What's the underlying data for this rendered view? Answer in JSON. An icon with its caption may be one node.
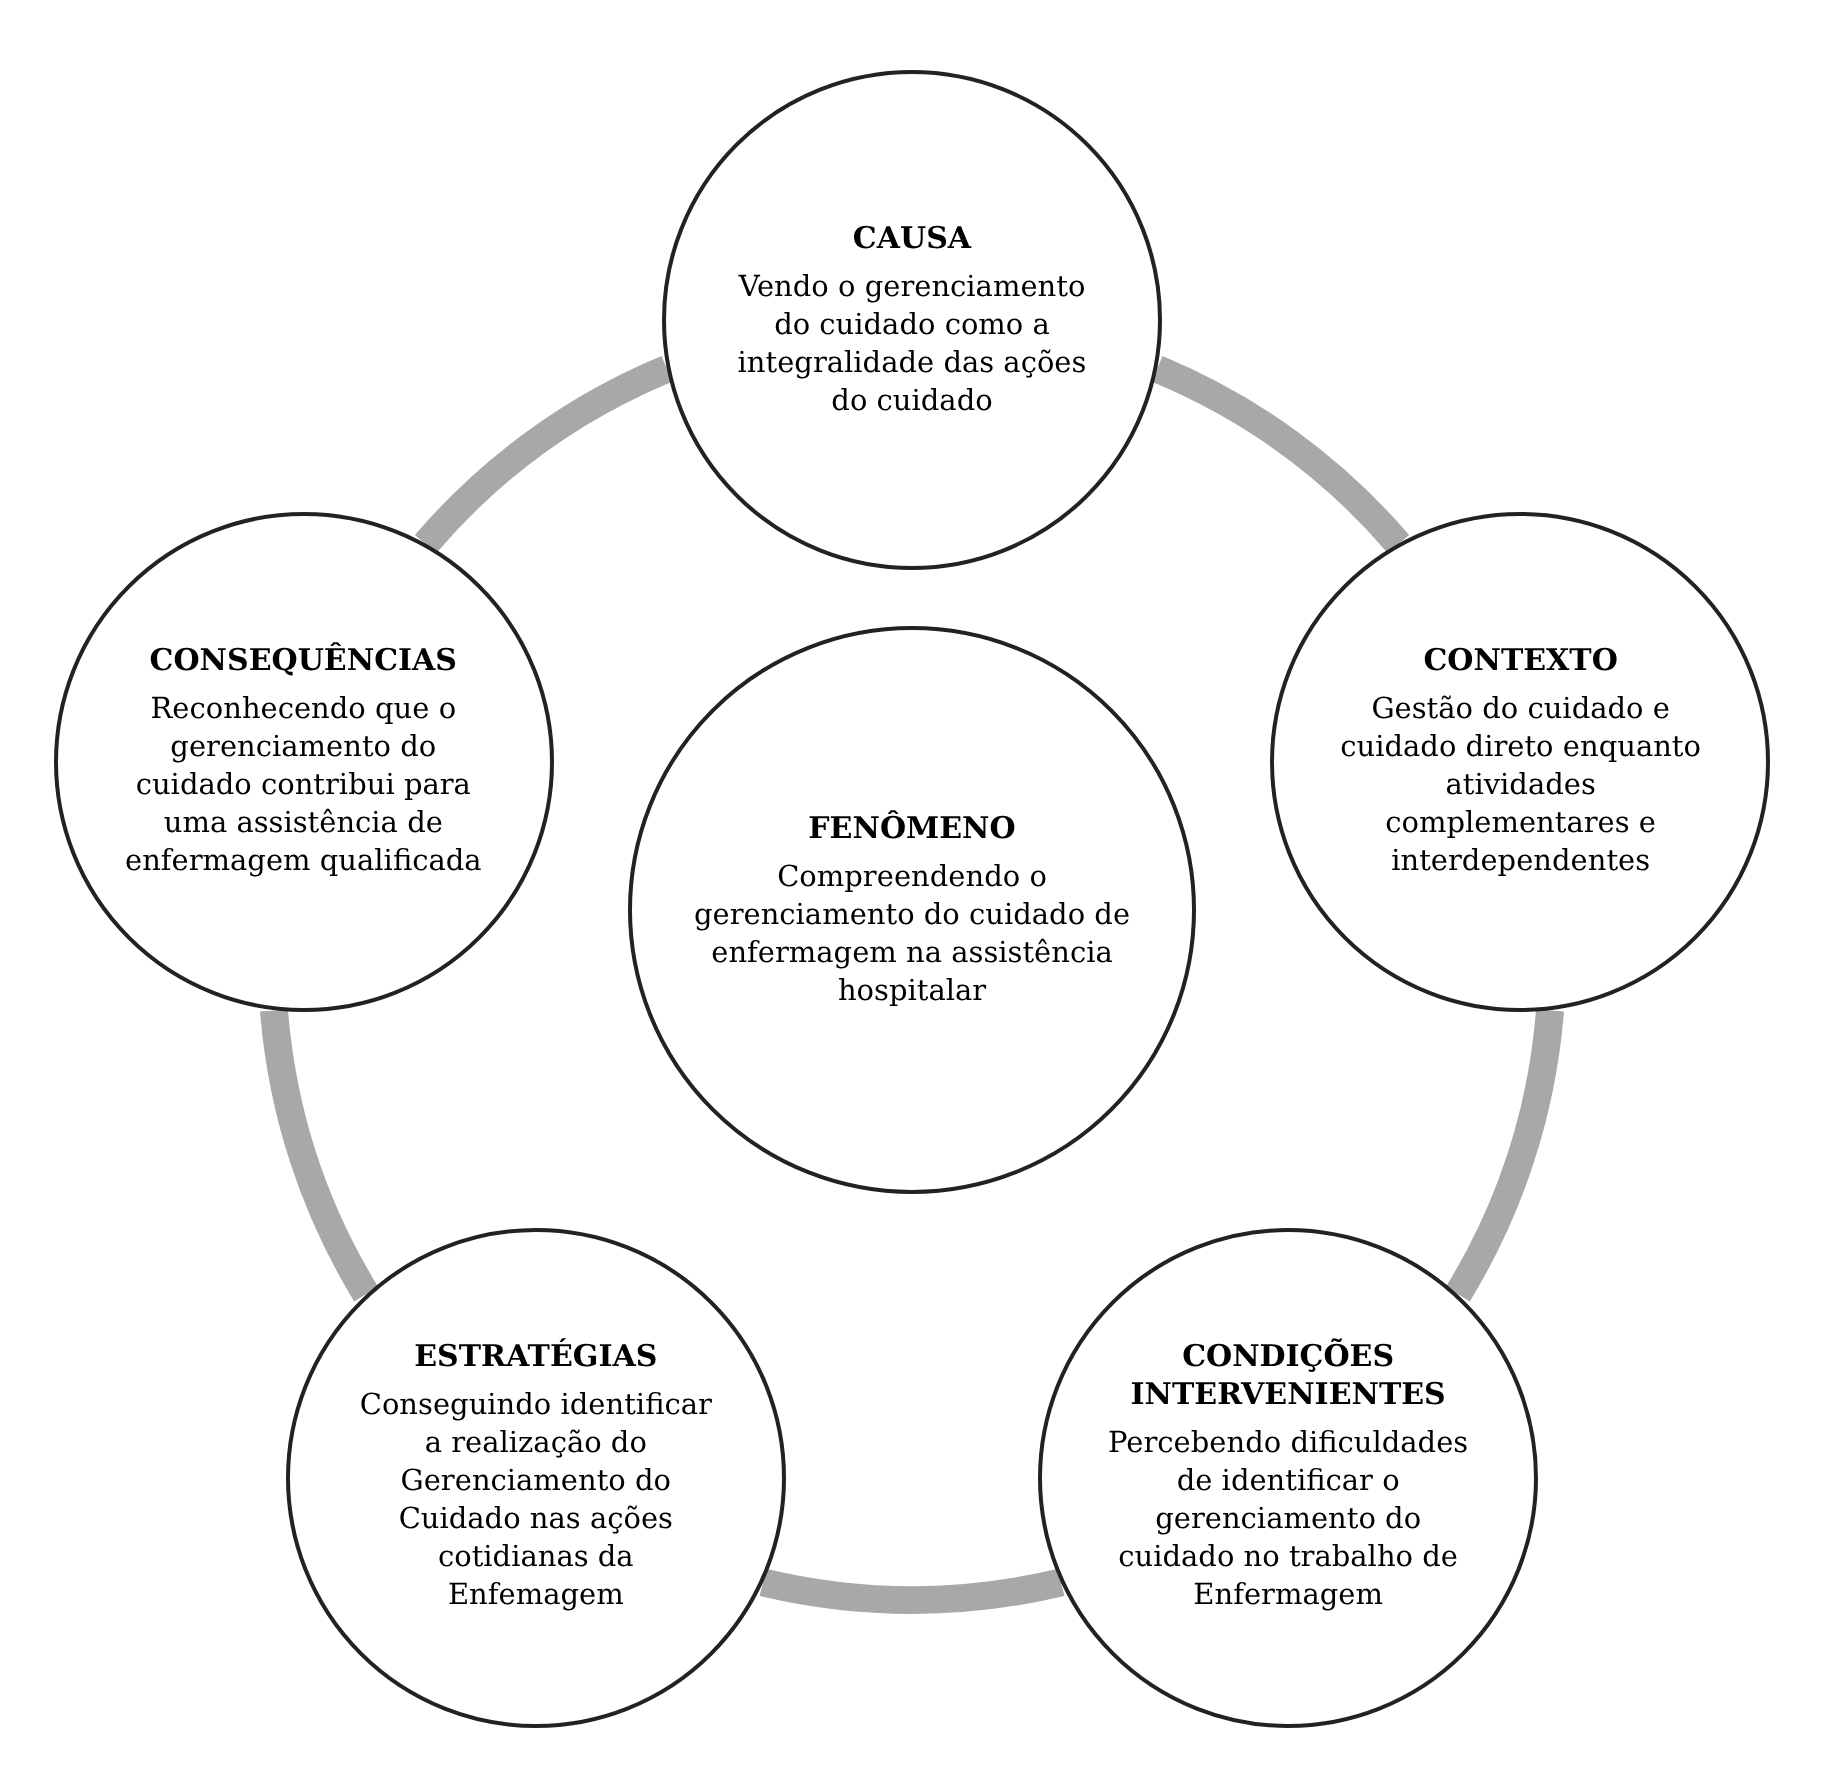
{
  "diagram": {
    "nodes": [
      {
        "text": [
          "CAUSA",
          "Vendo o gerenciamento do cuidado como a integralidade das ações do cuidado"
        ]
      },
      {
        "text": [
          "CONSEQUÊNCIAS",
          "Reconhecendo que o gerenciamento do cuidado contribui para uma assistência de enfermagem qualificada"
        ]
      },
      {
        "text": [
          "CONTEXTO",
          "Gestão do cuidado e cuidado direto enquanto atividades complementares e interdependentes"
        ]
      },
      {
        "text": [
          "FENÔMENO",
          "Compreendendo o gerenciamento do cuidado de enfermagem na assistência hospitalar"
        ]
      },
      {
        "text": [
          "ESTRATÉGIAS",
          "Conseguindo identificar a realização do Gerenciamento do Cuidado nas ações cotidianas da Enfemagem"
        ]
      },
      {
        "text": [
          "CONDIÇÕES INTERVENIENTES",
          "Percebendo dificuldades de identificar o gerenciamento do cuidado no trabalho de Enfermagem"
        ]
      }
    ],
    "edges": [
      {
        "from": 0,
        "to": 2,
        "arrow": "none"
      },
      {
        "from": 2,
        "to": 5,
        "arrow": "none"
      },
      {
        "from": 5,
        "to": 4,
        "arrow": "none"
      },
      {
        "from": 4,
        "to": 1,
        "arrow": "none"
      },
      {
        "from": 1,
        "to": 0,
        "arrow": "none"
      }
    ]
  }
}
